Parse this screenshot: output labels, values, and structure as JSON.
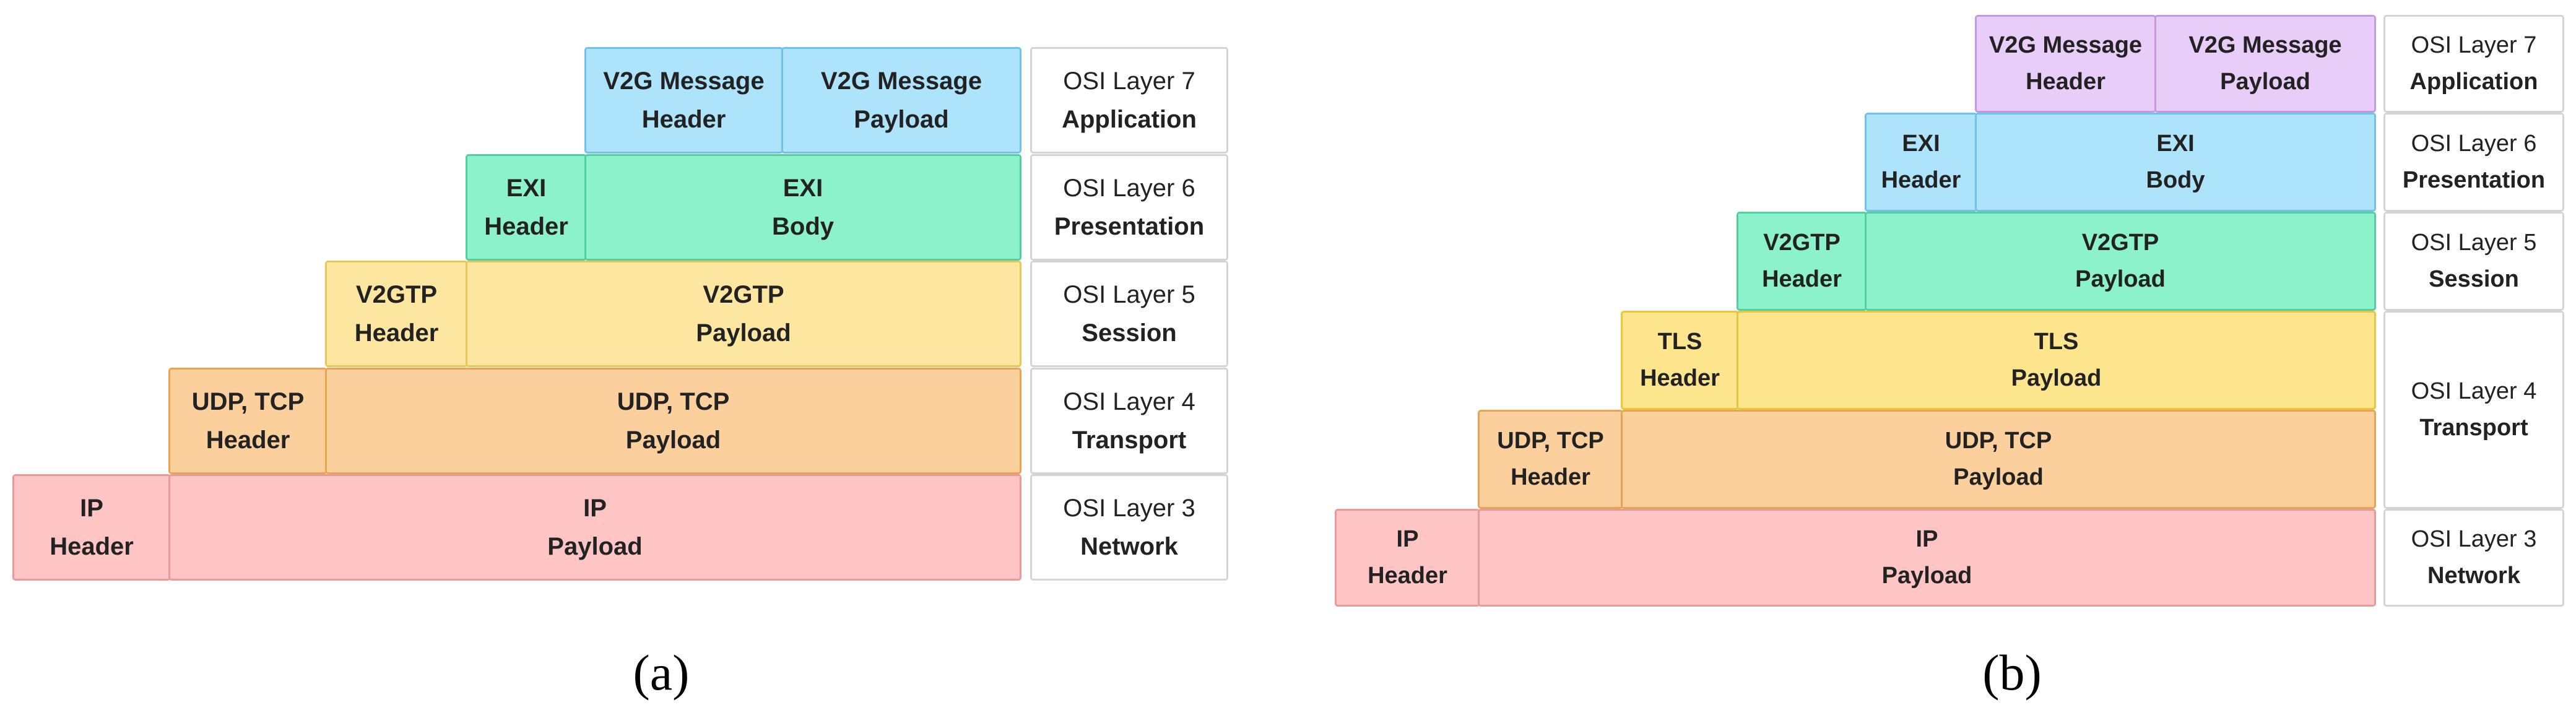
{
  "diagram_a": {
    "caption": "(a)",
    "osi": [
      {
        "l1": "OSI Layer 7",
        "l2": "Application"
      },
      {
        "l1": "OSI Layer 6",
        "l2": "Presentation"
      },
      {
        "l1": "OSI Layer 5",
        "l2": "Session"
      },
      {
        "l1": "OSI Layer 4",
        "l2": "Transport"
      },
      {
        "l1": "OSI Layer 3",
        "l2": "Network"
      }
    ],
    "v2g_header": [
      "V2G Message",
      "Header"
    ],
    "v2g_payload": [
      "V2G Message",
      "Payload"
    ],
    "exi_header": [
      "EXI",
      "Header"
    ],
    "exi_body": [
      "EXI",
      "Body"
    ],
    "v2gtp_header": [
      "V2GTP",
      "Header"
    ],
    "v2gtp_payload": [
      "V2GTP",
      "Payload"
    ],
    "udp_header": [
      "UDP, TCP",
      "Header"
    ],
    "udp_payload": [
      "UDP, TCP",
      "Payload"
    ],
    "ip_header": [
      "IP",
      "Header"
    ],
    "ip_payload": [
      "IP",
      "Payload"
    ]
  },
  "diagram_b": {
    "caption": "(b)",
    "osi": [
      {
        "l1": "OSI Layer 7",
        "l2": "Application"
      },
      {
        "l1": "OSI Layer 6",
        "l2": "Presentation"
      },
      {
        "l1": "OSI Layer 5",
        "l2": "Session"
      },
      {
        "l1": "OSI Layer 4",
        "l2": "Transport"
      },
      {
        "l1": "OSI Layer 3",
        "l2": "Network"
      }
    ],
    "v2g_header": [
      "V2G Message",
      "Header"
    ],
    "v2g_payload": [
      "V2G Message",
      "Payload"
    ],
    "exi_header": [
      "EXI",
      "Header"
    ],
    "exi_body": [
      "EXI",
      "Body"
    ],
    "v2gtp_header": [
      "V2GTP",
      "Header"
    ],
    "v2gtp_payload": [
      "V2GTP",
      "Payload"
    ],
    "tls_header": [
      "TLS",
      "Header"
    ],
    "tls_payload": [
      "TLS",
      "Payload"
    ],
    "udp_header": [
      "UDP, TCP",
      "Header"
    ],
    "udp_payload": [
      "UDP, TCP",
      "Payload"
    ],
    "ip_header": [
      "IP",
      "Header"
    ],
    "ip_payload": [
      "IP",
      "Payload"
    ]
  }
}
